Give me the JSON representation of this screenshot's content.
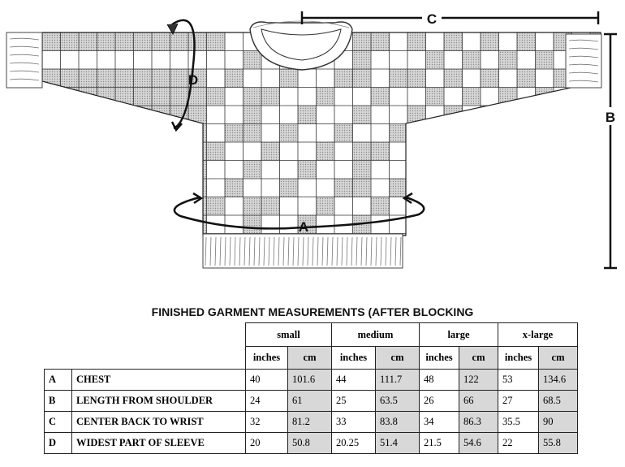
{
  "diagram": {
    "labels": {
      "a": "A",
      "b": "B",
      "c": "C",
      "d": "D"
    }
  },
  "table": {
    "title": "FINISHED GARMENT MEASUREMENTS (AFTER BLOCKING",
    "sizes": [
      "small",
      "medium",
      "large",
      "x-large"
    ],
    "units": {
      "inches": "inches",
      "cm": "cm"
    },
    "rows": [
      {
        "letter": "A",
        "label": "CHEST",
        "values": [
          "40",
          "101.6",
          "44",
          "111.7",
          "48",
          "122",
          "53",
          "134.6"
        ]
      },
      {
        "letter": "B",
        "label": "LENGTH FROM SHOULDER",
        "values": [
          "24",
          "61",
          "25",
          "63.5",
          "26",
          "66",
          "27",
          "68.5"
        ]
      },
      {
        "letter": "C",
        "label": "CENTER BACK TO WRIST",
        "values": [
          "32",
          "81.2",
          "33",
          "83.8",
          "34",
          "86.3",
          "35.5",
          "90"
        ]
      },
      {
        "letter": "D",
        "label": "WIDEST PART OF SLEEVE",
        "values": [
          "20",
          "50.8",
          "20.25",
          "51.4",
          "21.5",
          "54.6",
          "22",
          "55.8"
        ]
      }
    ]
  }
}
